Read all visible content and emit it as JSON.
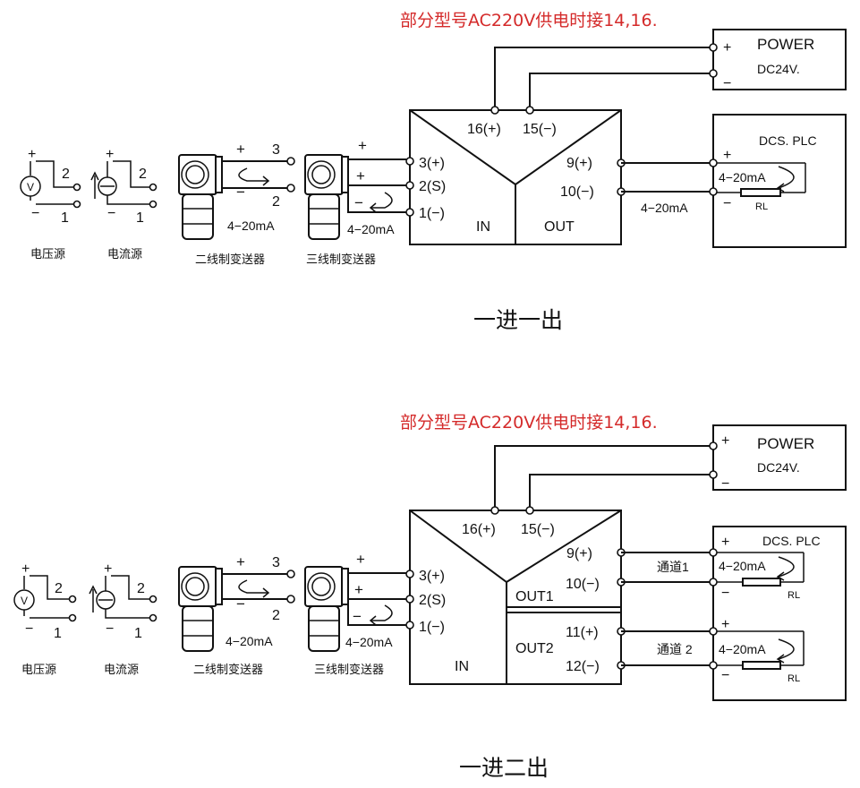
{
  "top": {
    "note": "部分型号AC220V供电时接14,16.",
    "power": {
      "title": "POWER",
      "voltage": "DC24V.",
      "plus": "+",
      "minus": "−"
    },
    "dcs": {
      "title": "DCS. PLC",
      "plus": "+",
      "minus": "−",
      "current": "4−20mA",
      "rl": "RL"
    },
    "module": {
      "t16": "16(+)",
      "t15": "15(−)",
      "t3": "3(+)",
      "t2": "2(S)",
      "t1": "1(−)",
      "t9": "9(+)",
      "t10": "10(−)",
      "in": "IN",
      "out": "OUT"
    },
    "out_current": "4−20mA",
    "sources": {
      "voltage_caption": "电压源",
      "current_caption": "电流源",
      "plus": "+",
      "minus": "−",
      "n2": "2",
      "n1": "1",
      "v": "V"
    },
    "two_wire": {
      "caption": "二线制变送器",
      "plus": "+",
      "minus": "−",
      "n3": "3",
      "n2": "2",
      "current": "4−20mA"
    },
    "three_wire": {
      "caption": "三线制变送器",
      "plus1": "+",
      "plus2": "+",
      "minus": "−",
      "current": "4−20mA"
    },
    "title": "一进一出"
  },
  "bottom": {
    "note": "部分型号AC220V供电时接14,16.",
    "power": {
      "title": "POWER",
      "voltage": "DC24V.",
      "plus": "+",
      "minus": "−"
    },
    "dcs": {
      "title": "DCS. PLC",
      "ch1": {
        "plus": "+",
        "minus": "−",
        "current": "4−20mA",
        "rl": "RL"
      },
      "ch2": {
        "plus": "+",
        "minus": "−",
        "current": "4−20mA",
        "rl": "RL"
      }
    },
    "module": {
      "t16": "16(+)",
      "t15": "15(−)",
      "t3": "3(+)",
      "t2": "2(S)",
      "t1": "1(−)",
      "t9": "9(+)",
      "t10": "10(−)",
      "t11": "11(+)",
      "t12": "12(−)",
      "in": "IN",
      "out1": "OUT1",
      "out2": "OUT2"
    },
    "channel1": "通道1",
    "channel2": "通道 2",
    "sources": {
      "voltage_caption": "电压源",
      "current_caption": "电流源",
      "plus": "+",
      "minus": "−",
      "n2": "2",
      "n1": "1",
      "v": "V"
    },
    "two_wire": {
      "caption": "二线制变送器",
      "plus": "+",
      "minus": "−",
      "n3": "3",
      "n2": "2",
      "current": "4−20mA"
    },
    "three_wire": {
      "caption": "三线制变送器",
      "plus1": "+",
      "plus2": "+",
      "minus": "−",
      "current": "4−20mA"
    },
    "title": "一进二出"
  }
}
